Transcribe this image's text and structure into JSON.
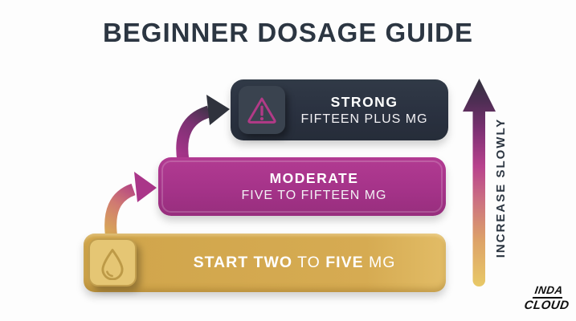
{
  "title": "BEGINNER DOSAGE GUIDE",
  "levels": [
    {
      "name": "strong",
      "label": "STRONG",
      "detail": "FIFTEEN PLUS MG",
      "icon": "warning-triangle-icon",
      "bar_color": "#2a3140",
      "icon_box_color": "#3a434f",
      "icon_color": "#b23a87"
    },
    {
      "name": "moderate",
      "label": "MODERATE",
      "detail": "FIVE TO FIFTEEN MG",
      "bar_color": "#a53389"
    },
    {
      "name": "start",
      "segments": [
        {
          "text": "START TWO",
          "bold": true
        },
        {
          "text": " TO ",
          "bold": false
        },
        {
          "text": "FIVE",
          "bold": true
        },
        {
          "text": " MG",
          "bold": false
        }
      ],
      "icon": "droplet-icon",
      "bar_color": "#d6ab52",
      "icon_box_color": "#e5c674",
      "icon_color": "#bd9a47"
    }
  ],
  "arrow": {
    "label": "INCREASE SLOWLY"
  },
  "logo": {
    "line1": "INDA",
    "line2": "CLOUD"
  },
  "colors": {
    "background": "#fdfdfd",
    "title_text": "#2c3642",
    "bar_text": "#ffffff",
    "gradient_gold": "#e8c967",
    "gradient_magenta": "#b8428d",
    "gradient_dark": "#33323e"
  }
}
